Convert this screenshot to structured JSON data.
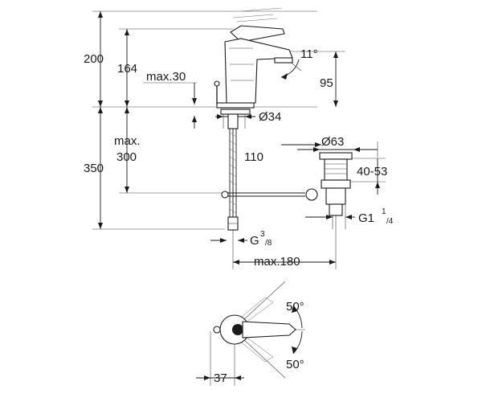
{
  "dimensions": {
    "total_height": "200",
    "spout_height": "164",
    "lever_max": "max.30",
    "lever_angle": "11°",
    "spout_reach": "95",
    "hole_diameter": "Ø34",
    "max_label": "max.",
    "max_value": "300",
    "installation_depth": "350",
    "waste_offset": "110",
    "waste_diameter": "Ø63",
    "waste_range": "40-53",
    "waste_thread_main": "G1",
    "waste_thread_sup": "1",
    "waste_thread_sub": "/4",
    "supply_thread_main": "G",
    "supply_thread_sup": "3",
    "supply_thread_sub": "/8",
    "max_horizontal": "max.180",
    "rotation_up": "50°",
    "rotation_down": "50°",
    "top_view_width": "37"
  }
}
